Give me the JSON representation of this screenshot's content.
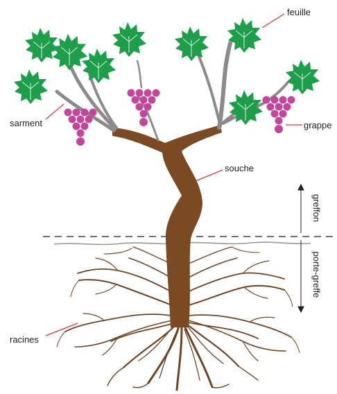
{
  "labels": {
    "feuille": "feuille",
    "sarment": "sarment",
    "grappe": "grappe",
    "souche": "souche",
    "greffon": "greffon",
    "porte_greffe": "porte-greffe",
    "racines": "racines"
  },
  "colors": {
    "leaf": "#1e9e4a",
    "leaf_vein": "#ffffff",
    "grape": "#c0479a",
    "trunk": "#7a4a24",
    "cane": "#8e8a8a",
    "root": "#6d4426",
    "ground": "#999999",
    "dash": "#444444",
    "pointer": "#d63a3a"
  }
}
